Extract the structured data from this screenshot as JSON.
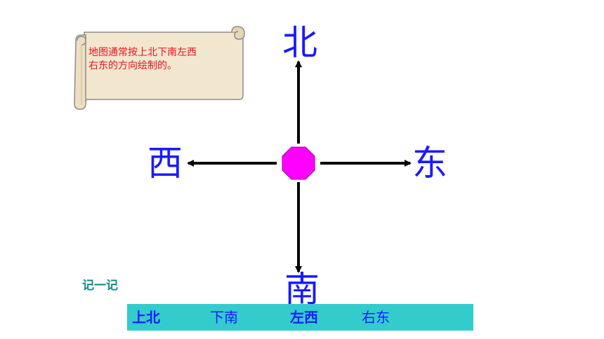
{
  "note": {
    "lines": [
      "地图通常按上北下南左西",
      "右东的方向绘制的。"
    ]
  },
  "compass": {
    "north": "北",
    "south": "南",
    "west": "西",
    "east": "东",
    "center_icon": "octagon-icon",
    "center_color": "#ff00ff",
    "label_color": "#1a1aff",
    "arrow_color": "#000000"
  },
  "remember_label": "记一记",
  "mnemonic": {
    "items": [
      {
        "text": "上北",
        "bold": true
      },
      {
        "text": "下南",
        "bold": false
      },
      {
        "text": "左西",
        "bold": true
      },
      {
        "text": "右东",
        "bold": false
      }
    ],
    "bar_color": "#33cccc"
  },
  "colors": {
    "note_text": "#e8141e",
    "note_bg": "#f3e6cf",
    "remember_text": "#178a8a"
  }
}
